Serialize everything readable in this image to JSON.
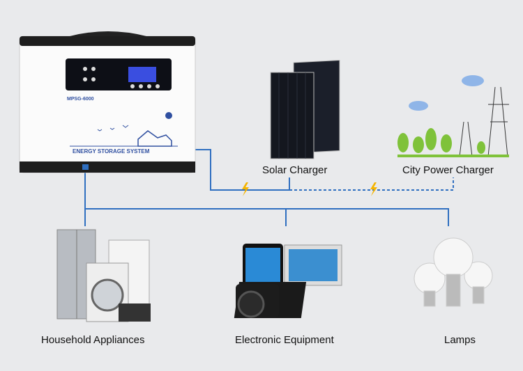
{
  "device": {
    "model": "MPSG-6000",
    "brand_text": "ENERGY STORAGE SYSTEM"
  },
  "sources": [
    {
      "label": "Solar Charger"
    },
    {
      "label": "City Power Charger"
    }
  ],
  "loads": [
    {
      "label": "Household Appliances"
    },
    {
      "label": "Electronic Equipment"
    },
    {
      "label": "Lamps"
    }
  ],
  "colors": {
    "wire": "#2f6fc0",
    "bolt": "#f5b400",
    "background": "#e9eaec"
  }
}
